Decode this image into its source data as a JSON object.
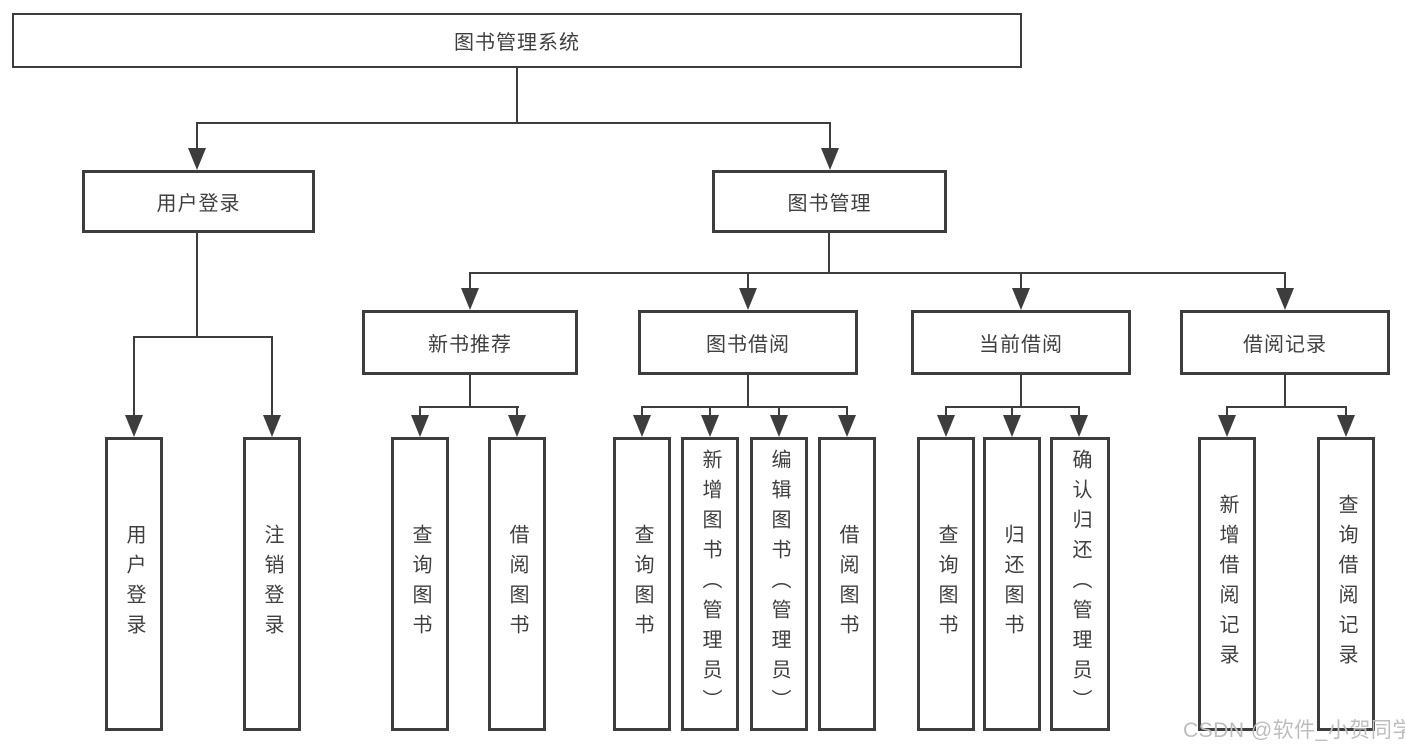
{
  "colors": {
    "line": "#3d3d3d",
    "text": "#3f3f3f",
    "background": "#ffffff",
    "watermark": "#bdbdbd"
  },
  "watermark": {
    "text": "CSDN @软件_小贺同学"
  },
  "tree": {
    "root": {
      "label": "图书管理系统"
    },
    "branches": [
      {
        "label": "用户登录",
        "children": [
          {
            "label": "用户登录"
          },
          {
            "label": "注销登录"
          }
        ]
      },
      {
        "label": "图书管理",
        "children": [
          {
            "label": "新书推荐",
            "children": [
              {
                "label": "查询图书"
              },
              {
                "label": "借阅图书"
              }
            ]
          },
          {
            "label": "图书借阅",
            "children": [
              {
                "label": "查询图书"
              },
              {
                "label": "新增图书（管理员）"
              },
              {
                "label": "编辑图书（管理员）"
              },
              {
                "label": "借阅图书"
              }
            ]
          },
          {
            "label": "当前借阅",
            "children": [
              {
                "label": "查询图书"
              },
              {
                "label": "归还图书"
              },
              {
                "label": "确认归还（管理员）"
              }
            ]
          },
          {
            "label": "借阅记录",
            "children": [
              {
                "label": "新增借阅记录"
              },
              {
                "label": "查询借阅记录"
              }
            ]
          }
        ]
      }
    ]
  }
}
